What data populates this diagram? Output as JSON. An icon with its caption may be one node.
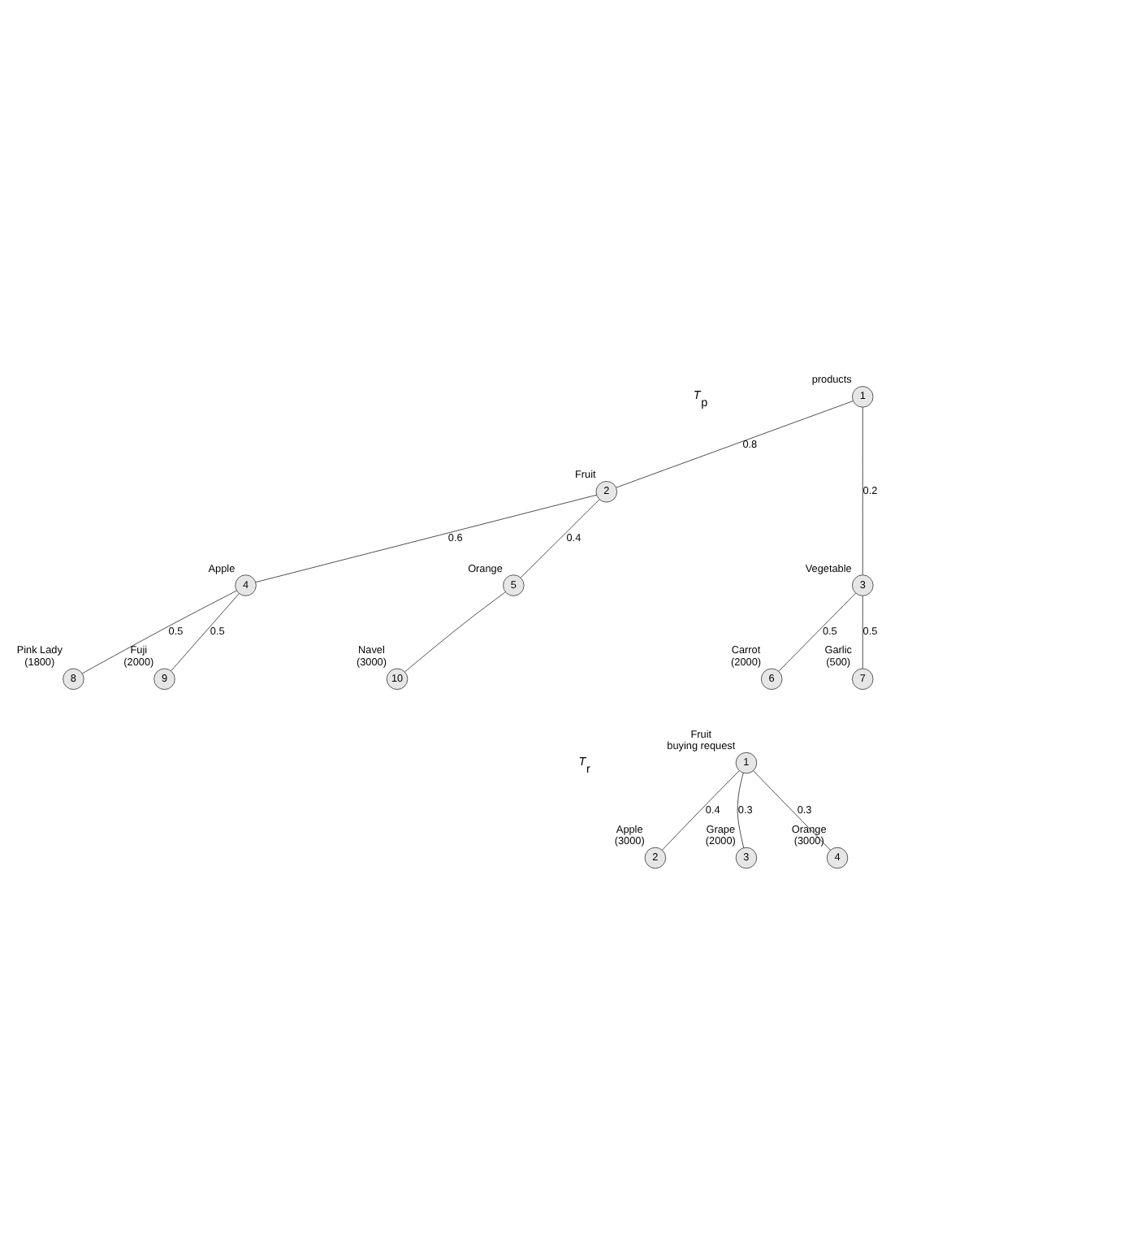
{
  "diagram": {
    "nodes": [
      {
        "text": [
          "1"
        ],
        "beside": [
          "products"
        ]
      },
      {
        "text": [
          "2"
        ],
        "beside": [
          "Fruit"
        ]
      },
      {
        "text": [
          "3"
        ],
        "beside": [
          "Vegetable"
        ]
      },
      {
        "text": [
          "4"
        ],
        "beside": [
          "Apple"
        ]
      },
      {
        "text": [
          "5"
        ],
        "beside": [
          "Orange"
        ]
      },
      {
        "text": [
          "8"
        ],
        "beside": [
          "Pink Lady",
          "(1800)"
        ]
      },
      {
        "text": [
          "9"
        ],
        "beside": [
          "Fuji",
          "(2000)"
        ]
      },
      {
        "text": [
          "10"
        ],
        "beside": [
          "Navel",
          "(3000)"
        ]
      },
      {
        "text": [
          "6"
        ],
        "beside": [
          "Carrot",
          "(2000)"
        ]
      },
      {
        "text": [
          "7"
        ],
        "beside": [
          "Garlic",
          "(500)"
        ]
      },
      {
        "text": [
          "1"
        ],
        "beside": [
          "Fruit buying request"
        ]
      },
      {
        "text": [
          "2"
        ],
        "beside": [
          "Apple",
          "(3000)"
        ]
      },
      {
        "text": [
          "3"
        ],
        "beside": [
          "Grape",
          "(2000)"
        ]
      },
      {
        "text": [
          "4"
        ],
        "beside": [
          "Orange",
          "(3000)"
        ]
      }
    ],
    "edges": [
      {
        "from": 0,
        "to": 1,
        "arrow": "none",
        "label": "0.8"
      },
      {
        "from": 0,
        "to": 2,
        "arrow": "none",
        "label": "0.2"
      },
      {
        "from": 1,
        "to": 3,
        "arrow": "none",
        "label": "0.6"
      },
      {
        "from": 1,
        "to": 4,
        "arrow": "none",
        "label": "0.4"
      },
      {
        "from": 3,
        "to": 5,
        "arrow": "none",
        "label": "0.5"
      },
      {
        "from": 3,
        "to": 6,
        "arrow": "none",
        "label": "0.5"
      },
      {
        "from": 4,
        "to": 7,
        "arrow": "none"
      },
      {
        "from": 2,
        "to": 8,
        "arrow": "none",
        "label": "0.5"
      },
      {
        "from": 2,
        "to": 9,
        "arrow": "none",
        "label": "0.5"
      },
      {
        "from": 10,
        "to": 11,
        "arrow": "none",
        "label": "0.4"
      },
      {
        "from": 10,
        "to": 12,
        "arrow": "none",
        "label": "0.3"
      },
      {
        "from": 10,
        "to": 13,
        "arrow": "none",
        "label": "0.3"
      }
    ],
    "labels": [
      "*T*$_{p}$",
      "*T*$_{r}$"
    ]
  }
}
